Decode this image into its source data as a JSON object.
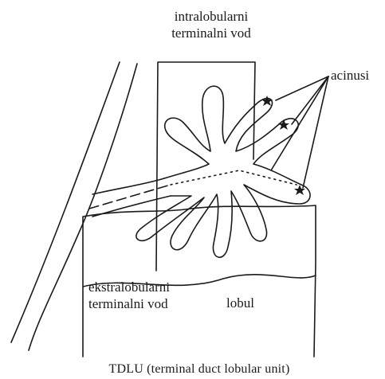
{
  "diagram": {
    "labels": {
      "intralobular_line1": "intralobularni",
      "intralobular_line2": "terminalni vod",
      "acini": "acinusi",
      "extralobular_line1": "ekstralobularni",
      "extralobular_line2": "terminalni vod",
      "lobule": "lobul",
      "caption": "TDLU (terminal duct lobular unit)"
    },
    "stroke_color": "#1a1a1a",
    "background": "#ffffff",
    "acinus_marker_icon": "star-icon"
  }
}
